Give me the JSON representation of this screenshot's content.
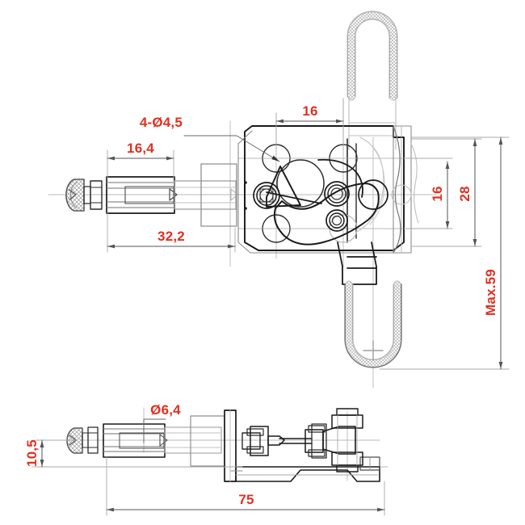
{
  "drawing": {
    "type": "engineering-drawing",
    "subject": "push-pull toggle clamp",
    "projection": "two-view orthographic (front view and side/plan view)",
    "units": "mm",
    "decimal_separator": "comma",
    "line_color": "#1a1a1a",
    "construction_color": "#b8b8b8",
    "dimension_color": "#e03020",
    "background": "#ffffff"
  },
  "views": {
    "front": {
      "name": "front-view",
      "label": "",
      "components": [
        "plunger-rubber-tip",
        "hex-nut",
        "threaded-rod",
        "plunger-shaft",
        "clamp-body",
        "mounting-holes",
        "toggle-linkage",
        "pivot-bolts",
        "upper-handle-grip",
        "lower-handle-grip"
      ]
    },
    "side": {
      "name": "side-view",
      "label": "",
      "components": [
        "plunger-rubber-tip",
        "hex-nut",
        "threaded-rod",
        "plunger-shaft",
        "flange-plate",
        "linkage-arms",
        "pivot-bolts",
        "base-plate"
      ]
    }
  },
  "dimensions": {
    "front": [
      {
        "id": "dim-16-4",
        "value": "16,4",
        "orientation": "horizontal",
        "note": "threaded rod length"
      },
      {
        "id": "dim-32-2",
        "value": "32,2",
        "orientation": "horizontal",
        "note": "plunger projection from body face"
      },
      {
        "id": "dim-16-top",
        "value": "16",
        "orientation": "horizontal",
        "note": "mounting hole spacing across"
      },
      {
        "id": "dim-16-right",
        "value": "16",
        "orientation": "vertical",
        "note": "mounting hole spacing vertical"
      },
      {
        "id": "dim-28",
        "value": "28",
        "orientation": "vertical",
        "note": "body height"
      },
      {
        "id": "dim-max-59",
        "value": "Max.59",
        "orientation": "vertical",
        "note": "maximum overall height with handle down"
      },
      {
        "id": "note-holes",
        "value": "4-Ø4,5",
        "orientation": "leader",
        "note": "four mounting holes diameter 4.5"
      }
    ],
    "side": [
      {
        "id": "dim-d6-4",
        "value": "Ø6,4",
        "orientation": "leader",
        "note": "plunger rod diameter"
      },
      {
        "id": "dim-10-5",
        "value": "10,5",
        "orientation": "vertical",
        "note": "plunger centre height from base"
      },
      {
        "id": "dim-75",
        "value": "75",
        "orientation": "horizontal",
        "note": "overall length"
      }
    ]
  },
  "labels": {
    "holes_note": "4-Ø4,5",
    "rod_len": "16,4",
    "plunger_len": "32,2",
    "hole_pitch_h": "16",
    "hole_pitch_v": "16",
    "body_height": "28",
    "max_height": "Max.59",
    "rod_dia": "Ø6,4",
    "centre_height": "10,5",
    "overall_length": "75"
  }
}
